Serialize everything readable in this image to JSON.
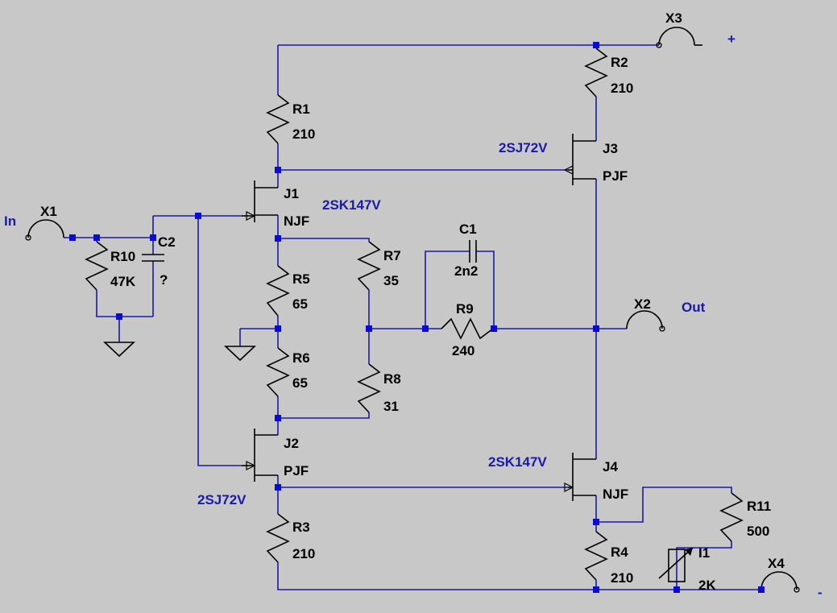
{
  "diagram": {
    "components": {
      "R1": {
        "ref": "R1",
        "value": "210"
      },
      "R2": {
        "ref": "R2",
        "value": "210"
      },
      "R3": {
        "ref": "R3",
        "value": "210"
      },
      "R4": {
        "ref": "R4",
        "value": "210"
      },
      "R5": {
        "ref": "R5",
        "value": "65"
      },
      "R6": {
        "ref": "R6",
        "value": "65"
      },
      "R7": {
        "ref": "R7",
        "value": "35"
      },
      "R8": {
        "ref": "R8",
        "value": "31"
      },
      "R9": {
        "ref": "R9",
        "value": "240"
      },
      "R10": {
        "ref": "R10",
        "value": "47K"
      },
      "R11": {
        "ref": "R11",
        "value": "500"
      },
      "C1": {
        "ref": "C1",
        "value": "2n2"
      },
      "C2": {
        "ref": "C2",
        "value": "?"
      },
      "I1": {
        "ref": "I1",
        "value": "2K"
      },
      "J1": {
        "ref": "J1",
        "type": "NJF",
        "model": "2SK147V"
      },
      "J2": {
        "ref": "J2",
        "type": "PJF",
        "model": "2SJ72V"
      },
      "J3": {
        "ref": "J3",
        "type": "PJF",
        "model": "2SJ72V"
      },
      "J4": {
        "ref": "J4",
        "type": "NJF",
        "model": "2SK147V"
      }
    },
    "ports": {
      "X1": {
        "ref": "X1",
        "label": "In"
      },
      "X2": {
        "ref": "X2",
        "label": "Out"
      },
      "X3": {
        "ref": "X3",
        "label": "+"
      },
      "X4": {
        "ref": "X4",
        "label": "-"
      }
    }
  }
}
